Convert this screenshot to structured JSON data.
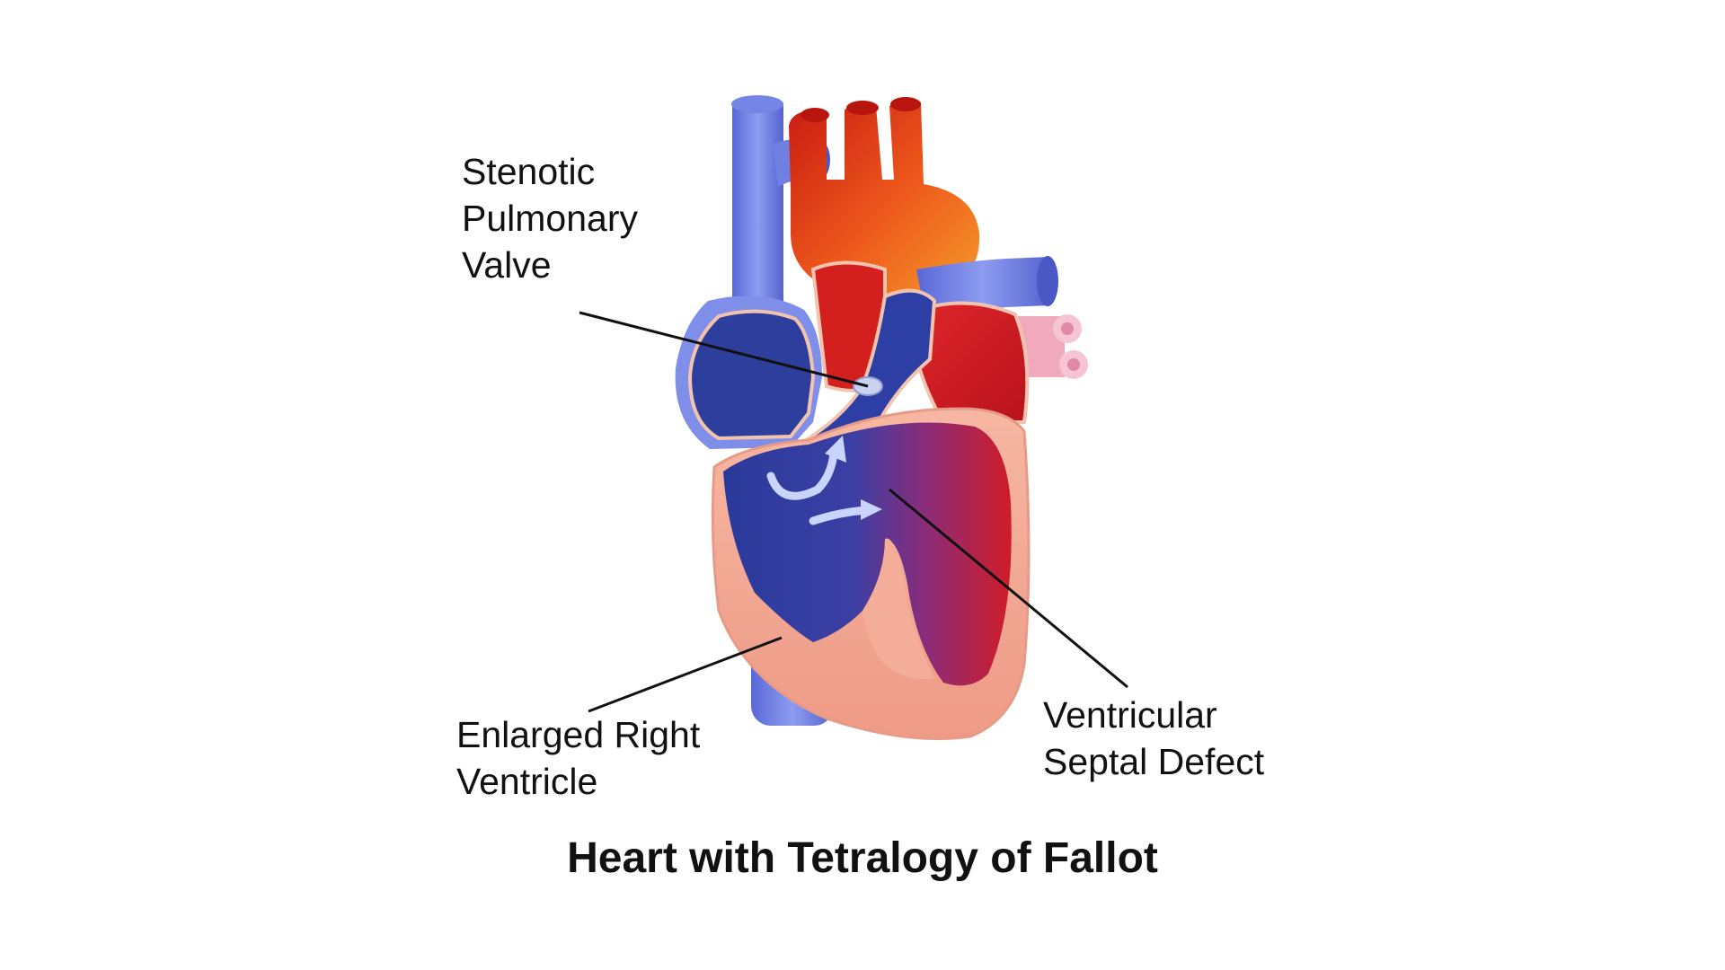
{
  "labels": {
    "stenotic_pulmonary_valve": [
      "Stenotic",
      "Pulmonary",
      "Valve"
    ],
    "enlarged_right_ventricle": [
      "Enlarged Right",
      "Ventricle"
    ],
    "ventricular_septal_defect": [
      "Ventricular",
      "Septal Defect"
    ]
  },
  "caption": "Heart with Tetralogy of Fallot",
  "colors": {
    "deoxygenated_blue": "#2f3f9e",
    "oxygenated_red": "#d8201e",
    "aorta_orange": "#e5521a",
    "vein_blue": "#6f7fe0",
    "myocardium_pink": "#f2a590",
    "pulmonary_vein_pink": "#f3b6c8",
    "flow_arrow": "#c9d4ff",
    "leader_line": "#111111"
  }
}
